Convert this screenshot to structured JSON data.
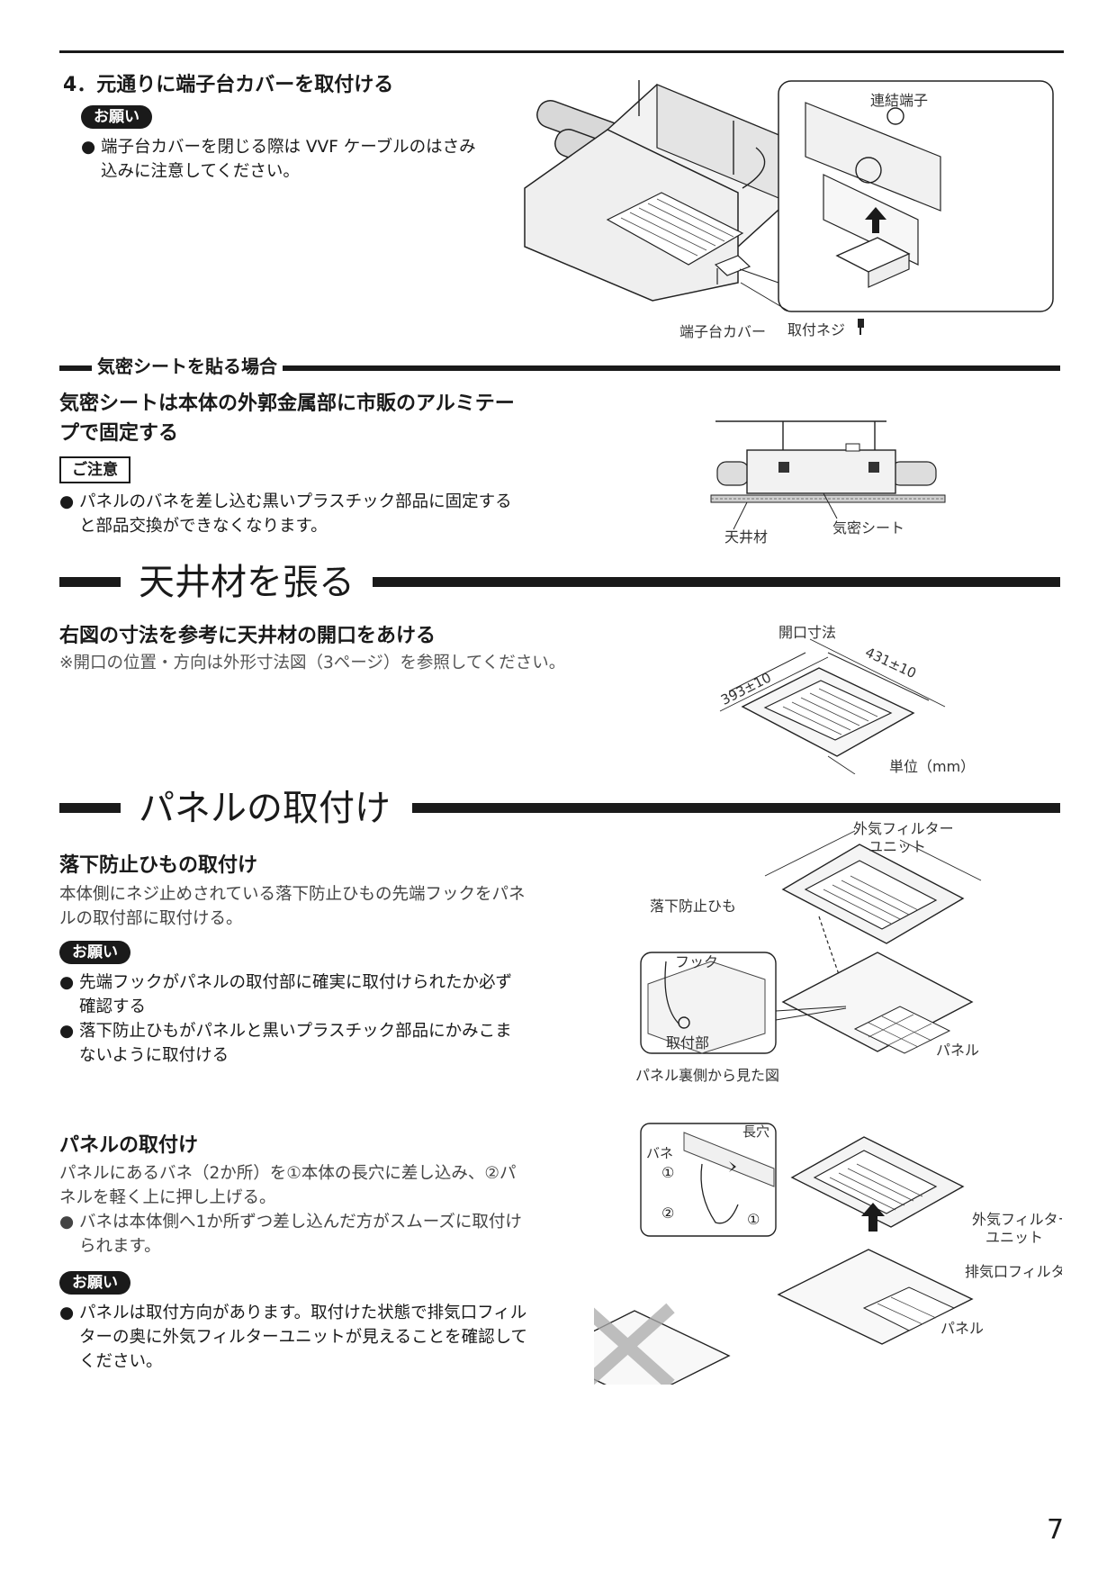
{
  "step4": {
    "title": "4．元通りに端子台カバーを取付ける",
    "request_label": "お願い",
    "bullet_line1": "端子台カバーを閉じる際は VVF ケーブルのはさみ",
    "bullet_line2": "込みに注意してください。",
    "fig_label_renketsu": "連結端子",
    "fig_label_cover": "端子台カバー",
    "fig_label_screw": "取付ネジ"
  },
  "airtight": {
    "heading": "気密シートを貼る場合",
    "lead_line1": "気密シートは本体の外郭金属部に市販のアルミテー",
    "lead_line2": "プで固定する",
    "caution_label": "ご注意",
    "bullet_line1": "パネルのバネを差し込む黒いプラスチック部品に固定する",
    "bullet_line2": "と部品交換ができなくなります。",
    "fig_label_ceiling": "天井材",
    "fig_label_sheet": "気密シート"
  },
  "ceiling": {
    "title": "天井材を張る",
    "lead": "右図の寸法を参考に天井材の開口をあける",
    "note": "※開口の位置・方向は外形寸法図（3ページ）を参照してください。",
    "fig_label_opening": "開口寸法",
    "dim_a": "393±10",
    "dim_b": "431±10",
    "unit": "単位（mm）"
  },
  "panel": {
    "title": "パネルの取付け",
    "fall": {
      "heading": "落下防止ひもの取付け",
      "body_line1": "本体側にネジ止めされている落下防止ひもの先端フックをパネ",
      "body_line2": "ルの取付部に取付ける。",
      "request_label": "お願い",
      "b1_line1": "先端フックがパネルの取付部に確実に取付けられたか必ず",
      "b1_line2": "確認する",
      "b2_line1": "落下防止ひもがパネルと黒いプラスチック部品にかみこま",
      "b2_line2": "ないように取付ける",
      "fig_outdoor_filter_1": "外気フィルター",
      "fig_outdoor_filter_2": "ユニット",
      "fig_cord": "落下防止ひも",
      "fig_hook": "フック",
      "fig_mount": "取付部",
      "fig_panel": "パネル",
      "fig_back_view": "パネル裏側から見た図"
    },
    "install": {
      "heading": "パネルの取付け",
      "body_line1": "パネルにあるバネ（2か所）を①本体の長穴に差し込み、②パ",
      "body_line2": "ネルを軽く上に押し上げる。",
      "b1_line1": "バネは本体側へ1か所ずつ差し込んだ方がスムーズに取付け",
      "b1_line2": "られます。",
      "request_label": "お願い",
      "b2_line1": "パネルは取付方向があります。取付けた状態で排気口フィル",
      "b2_line2": "ターの奥に外気フィルターユニットが見えることを確認して",
      "b2_line3": "ください。",
      "fig_spring": "バネ",
      "fig_slot": "長穴",
      "fig_circ1": "①",
      "fig_circ2": "②",
      "fig_outdoor_filter_1": "外気フィルター",
      "fig_outdoor_filter_2": "ユニット",
      "fig_exhaust_filter": "排気口フィルター",
      "fig_panel": "パネル"
    }
  },
  "page_number": "7"
}
